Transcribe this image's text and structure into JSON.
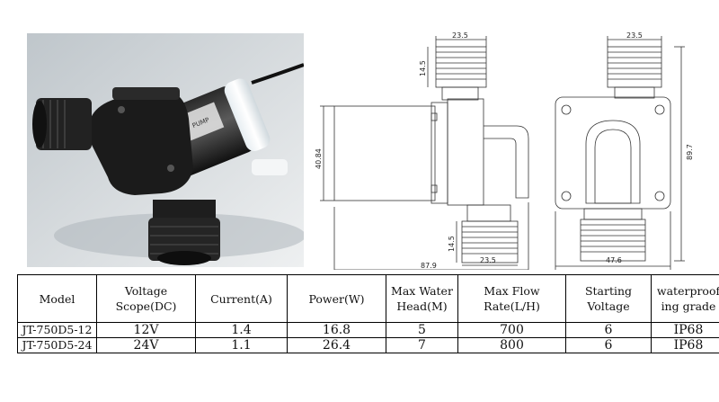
{
  "photo": {
    "description_icon": "water-pump-photo"
  },
  "side_view": {
    "dims": {
      "outlet_width": "23.5",
      "thread_height_top": "14.5",
      "body_height": "40.84",
      "thread_height_bottom": "14.5",
      "inlet_width": "23.5",
      "total_length": "87.9"
    }
  },
  "front_view": {
    "dims": {
      "outlet_width": "23.5",
      "total_height": "89.7",
      "body_width": "47.6"
    }
  },
  "table": {
    "headers": [
      [
        "Model"
      ],
      [
        "Voltage",
        "Scope(DC)"
      ],
      [
        "Current(A)"
      ],
      [
        "Power(W)"
      ],
      [
        "Max Water",
        "Head(M)"
      ],
      [
        "Max Flow",
        "Rate(L/H)"
      ],
      [
        "Starting",
        "Voltage"
      ],
      [
        "waterproof",
        "ing grade"
      ]
    ],
    "rows": [
      [
        "JT-750D5-12",
        "12V",
        "1.4",
        "16.8",
        "5",
        "700",
        "6",
        "IP68"
      ],
      [
        "JT-750D5-24",
        "24V",
        "1.1",
        "26.4",
        "7",
        "800",
        "6",
        "IP68"
      ]
    ]
  }
}
